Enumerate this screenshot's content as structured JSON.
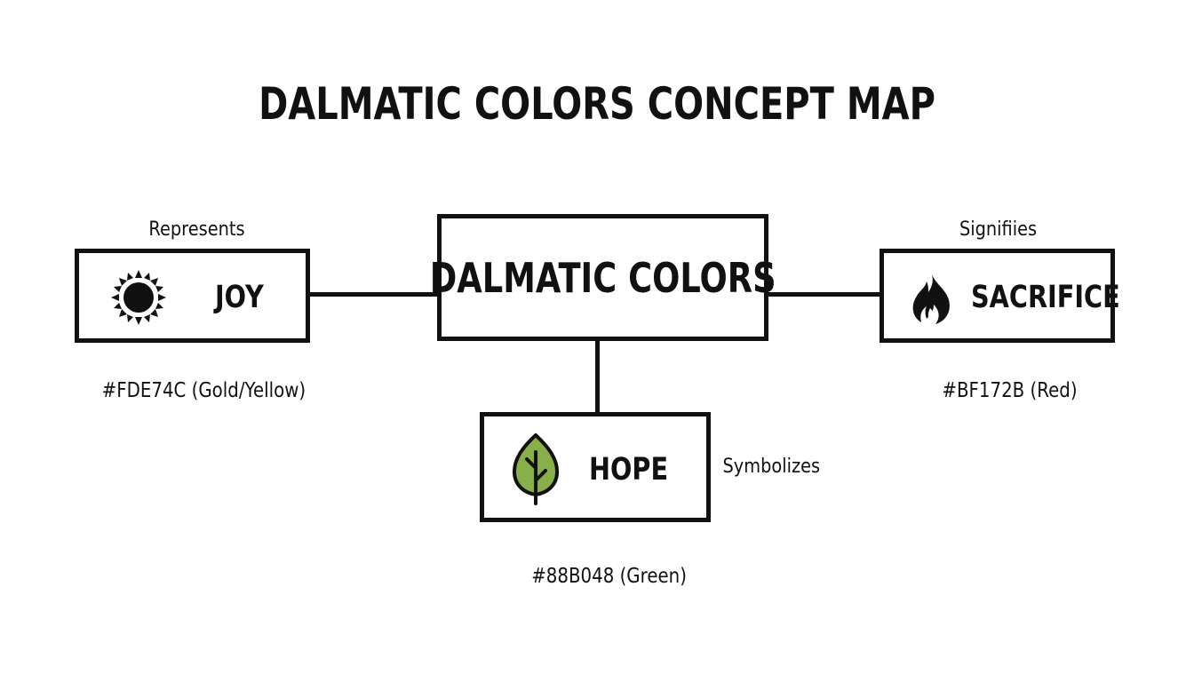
{
  "title": "DALMATIC COLORS CONCEPT MAP",
  "center": {
    "label": "DALMATIC COLORS"
  },
  "nodes": {
    "joy": {
      "label": "JOY",
      "relation": "Represents",
      "color_note": "#FDE74C (Gold/Yellow)",
      "icon": "sun-icon",
      "color": "#FDE74C"
    },
    "sacrifice": {
      "label": "SACRIFICE",
      "relation": "Signifiies",
      "color_note": "#BF172B (Red)",
      "icon": "flame-icon",
      "color": "#BF172B"
    },
    "hope": {
      "label": "HOPE",
      "relation": "Symbolizes",
      "color_note": "#88B048 (Green)",
      "icon": "leaf-icon",
      "color": "#88B048"
    }
  },
  "colors": {
    "stroke": "#111111",
    "background": "#FFFFFF",
    "leaf_fill": "#88B048"
  }
}
